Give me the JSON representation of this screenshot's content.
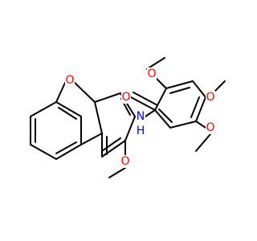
{
  "colors": {
    "bond": "#000000",
    "oxygen": "#ff0000",
    "nitrogen": "#0000ff",
    "background": "#ffffff"
  },
  "atoms": {
    "o_furan": "O",
    "o_methoxy_left": "O",
    "n_amide": "N",
    "h_amide": "H",
    "o_carbonyl": "O",
    "o_methoxy_ortho": "O",
    "o_methoxy_para": "O",
    "o_methoxy_meta": "O"
  }
}
